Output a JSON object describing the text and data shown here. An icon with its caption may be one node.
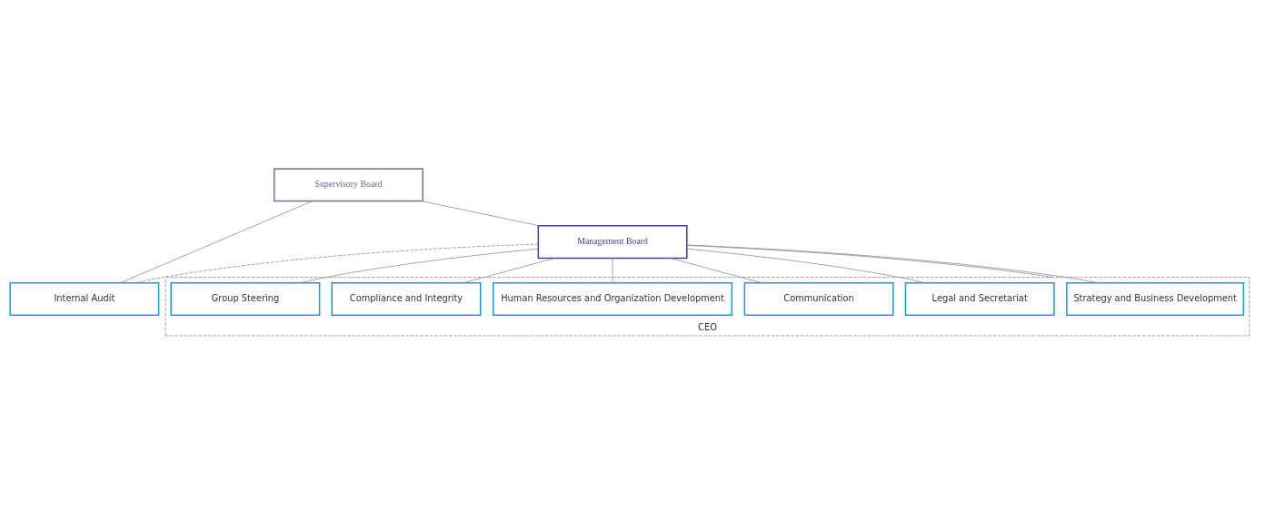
{
  "diagram": {
    "nodes": [
      {
        "text": [
          "Supervisory Board"
        ]
      },
      {
        "text": [
          "Internal Audit"
        ]
      },
      {
        "text": [
          "Management Board"
        ]
      },
      {
        "text": [
          "CEO"
        ]
      },
      {
        "text": [
          "Strategy and Business Development"
        ],
        "in": 3
      },
      {
        "text": [
          "Legal and Secretariat"
        ],
        "in": 3
      },
      {
        "text": [
          "Communication"
        ],
        "in": 3
      },
      {
        "text": [
          "Human Resources and Organization Development"
        ],
        "in": 3
      },
      {
        "text": [
          "Compliance and Integrity"
        ],
        "in": 3
      },
      {
        "text": [
          "Group Steering"
        ],
        "in": 3
      }
    ],
    "edges": [
      {
        "from": 0,
        "to": 2,
        "arrow": "none"
      },
      {
        "from": 0,
        "to": 1,
        "arrow": "none"
      },
      {
        "from": 2,
        "to": 1,
        "arrow": "none",
        "style": "dashed"
      },
      {
        "from": 2,
        "to": 3,
        "arrow": "none"
      },
      {
        "from": 2,
        "to": 4,
        "arrow": "none"
      },
      {
        "from": 2,
        "to": 5,
        "arrow": "none"
      },
      {
        "from": 2,
        "to": 6,
        "arrow": "none"
      },
      {
        "from": 2,
        "to": 7,
        "arrow": "none"
      },
      {
        "from": 2,
        "to": 8,
        "arrow": "none"
      },
      {
        "from": 2,
        "to": 9,
        "arrow": "none"
      }
    ]
  }
}
